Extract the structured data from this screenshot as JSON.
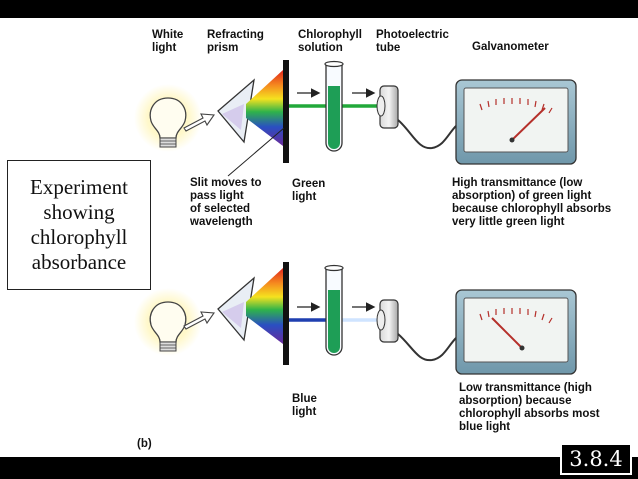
{
  "header_labels": {
    "white_light": "White\nlight",
    "refracting_prism": "Refracting\nprism",
    "chlorophyll_solution": "Chlorophyll\nsolution",
    "photoelectric_tube": "Photoelectric\ntube",
    "galvanometer": "Galvanometer"
  },
  "panel_a": {
    "slit_note": "Slit moves to\npass light\nof selected\nwavelength",
    "light_label": "Green\nlight",
    "result": "High transmittance (low\nabsorption) of green light\nbecause chlorophyll absorbs\nvery little green light",
    "beam_color": "#22a83a",
    "transmitted_color": "#22a83a"
  },
  "panel_b": {
    "light_label": "Blue\nlight",
    "result": "Low transmittance (high\nabsorption) because\nchlorophyll absorbs most\nblue light",
    "beam_color": "#1f3fb0",
    "transmitted_color": "#cfe4ff"
  },
  "caption": [
    "Experiment",
    "showing",
    "chlorophyll",
    "absorbance"
  ],
  "panel_tag": "(b)",
  "page_number": "3.8.4",
  "colors": {
    "solution": "#1e9e56",
    "meter_body": "#8fb3c4",
    "needle": "#b5302b"
  }
}
